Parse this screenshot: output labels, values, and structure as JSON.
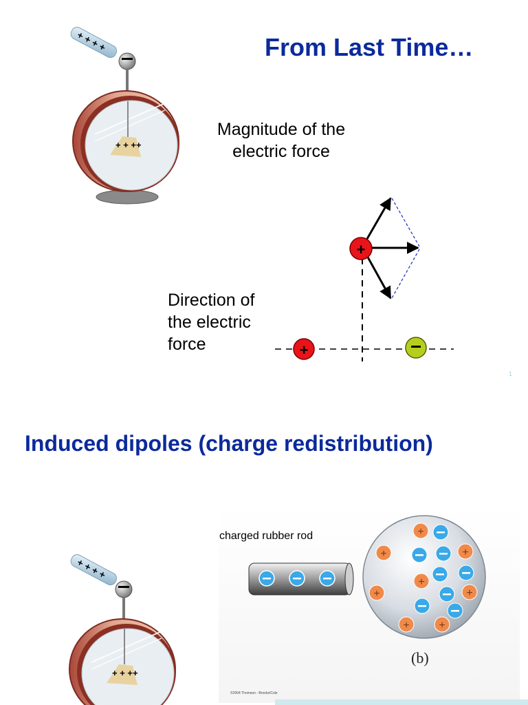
{
  "slide1": {
    "title": "From Last Time…",
    "magnitude_label_line1": "Magnitude of the",
    "magnitude_label_line2": "electric force",
    "direction_label_line1": "Direction of",
    "direction_label_line2": "the electric",
    "direction_label_line3": "force",
    "page_number": "1"
  },
  "slide2": {
    "title": "Induced dipoles (charge redistribution)",
    "rod_label": "charged rubber rod",
    "panel_label": "(b)",
    "copyright": "©2004 Thomson - Brooks/Cole"
  },
  "colors": {
    "title": "#0b2a9c",
    "positive_charge": "#e8141a",
    "negative_charge": "#b6cf1f",
    "induced_negative": "#3aa9e8",
    "induced_positive": "#f08a4b"
  }
}
